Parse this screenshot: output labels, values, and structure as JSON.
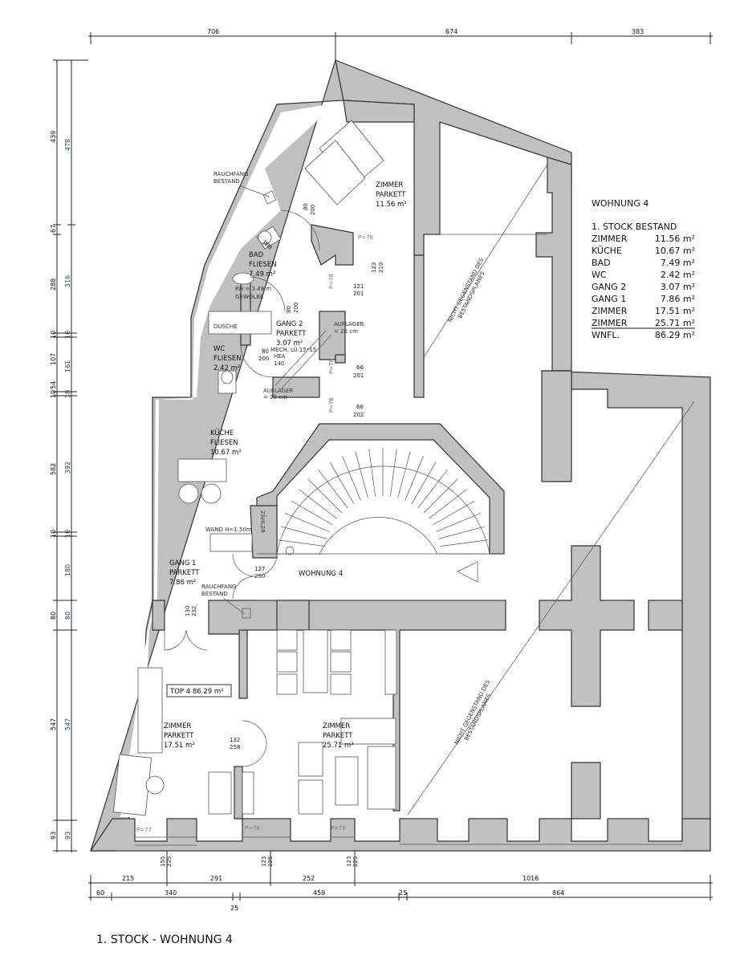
{
  "title": "1. STOCK - WOHNUNG 4",
  "legend": {
    "heading": "WOHNUNG 4",
    "subheading": "1. STOCK BESTAND",
    "rows": [
      {
        "name": "ZIMMER",
        "area": "11.56 m²"
      },
      {
        "name": "KÜCHE",
        "area": "10.67 m²"
      },
      {
        "name": "BAD",
        "area": "7.49 m²"
      },
      {
        "name": "WC",
        "area": "2.42 m²"
      },
      {
        "name": "GANG 2",
        "area": "3.07 m²"
      },
      {
        "name": "GANG 1",
        "area": "7.86 m²"
      },
      {
        "name": "ZIMMER",
        "area": "17.51 m²"
      },
      {
        "name": "ZIMMER",
        "area": "25.71 m²"
      }
    ],
    "total": {
      "name": "WNFL.",
      "area": "86.29 m²"
    }
  },
  "rooms": [
    {
      "name": "ZIMMER",
      "floor": "PARKETT",
      "area": "11.56 m²"
    },
    {
      "name": "BAD",
      "floor": "FLIESEN",
      "area": "7.49 m²"
    },
    {
      "name": "GANG 2",
      "floor": "PARKETT",
      "area": "3.07 m²"
    },
    {
      "name": "WC",
      "floor": "FLIESEN",
      "area": "2.42 m²"
    },
    {
      "name": "KÜCHE",
      "floor": "FLIESEN",
      "area": "10.67 m²"
    },
    {
      "name": "GANG 1",
      "floor": "PARKETT",
      "area": "7.86 m²"
    },
    {
      "name": "ZIMMER",
      "floor": "PARKETT",
      "area": "17.51 m²"
    },
    {
      "name": "ZIMMER",
      "floor": "PARKETT",
      "area": "25.71 m²"
    }
  ],
  "notes": {
    "rauchfang_1": [
      "RAUCHFANG",
      "BESTAND"
    ],
    "rauchfang_2": [
      "RAUCHFANG",
      "BESTAND"
    ],
    "rh": [
      "RH = 3.49 m",
      "GEWÖLBE"
    ],
    "dusche": "DUSCHE",
    "wm": "WM",
    "auflager_1": [
      "AUFLAGER",
      "= 20 cm"
    ],
    "auflager_2": [
      "AUFLAGER",
      "= 20 cm"
    ],
    "mech": [
      "MECH. LÜ.15*15",
      "HEA",
      "140"
    ],
    "wand": "WAND H=1.50m",
    "zaehler": "ZÄHLER",
    "wohnung": "WOHNUNG 4",
    "top": "TOP 4  86.29 m²",
    "nicht_1": [
      "NICHT GEGENSTAND DES",
      "BESTANDSPLANES"
    ],
    "nicht_2": [
      "NICHT GEGENSTAND DES",
      "BESTANDSPLANES"
    ]
  },
  "doors": {
    "d1": [
      "80",
      "200"
    ],
    "d2": [
      "80",
      "200"
    ],
    "d3": [
      "80",
      "200"
    ],
    "d4": [
      "121",
      "201"
    ],
    "d5": [
      "66",
      "201"
    ],
    "d6": [
      "66",
      "202"
    ],
    "d7": [
      "123",
      "210"
    ],
    "d8": [
      "127",
      "250"
    ],
    "d9": [
      "130",
      "232"
    ],
    "d10": [
      "132",
      "258"
    ],
    "w1": [
      "155",
      "225"
    ],
    "w2": [
      "123",
      "225"
    ],
    "w3": [
      "123",
      "225"
    ]
  },
  "parapets": [
    "P=78",
    "P=78",
    "P=76",
    "P=78",
    "P=77",
    "P=76",
    "P=76"
  ],
  "dimensions": {
    "top": [
      "706",
      "674",
      "383"
    ],
    "bottom_1": [
      "215",
      "291",
      "252",
      "1016"
    ],
    "bottom_2": [
      "60",
      "340",
      "459",
      "25",
      "864"
    ],
    "bottom_extra": "25",
    "left_outer": [
      "439",
      "67",
      "288",
      "10",
      "107",
      "10",
      "54",
      "582",
      "10",
      "80",
      "547",
      "93"
    ],
    "left_inner": [
      "478",
      "316",
      "10",
      "161",
      "10",
      "392",
      "10",
      "180",
      "80",
      "547",
      "93"
    ]
  }
}
